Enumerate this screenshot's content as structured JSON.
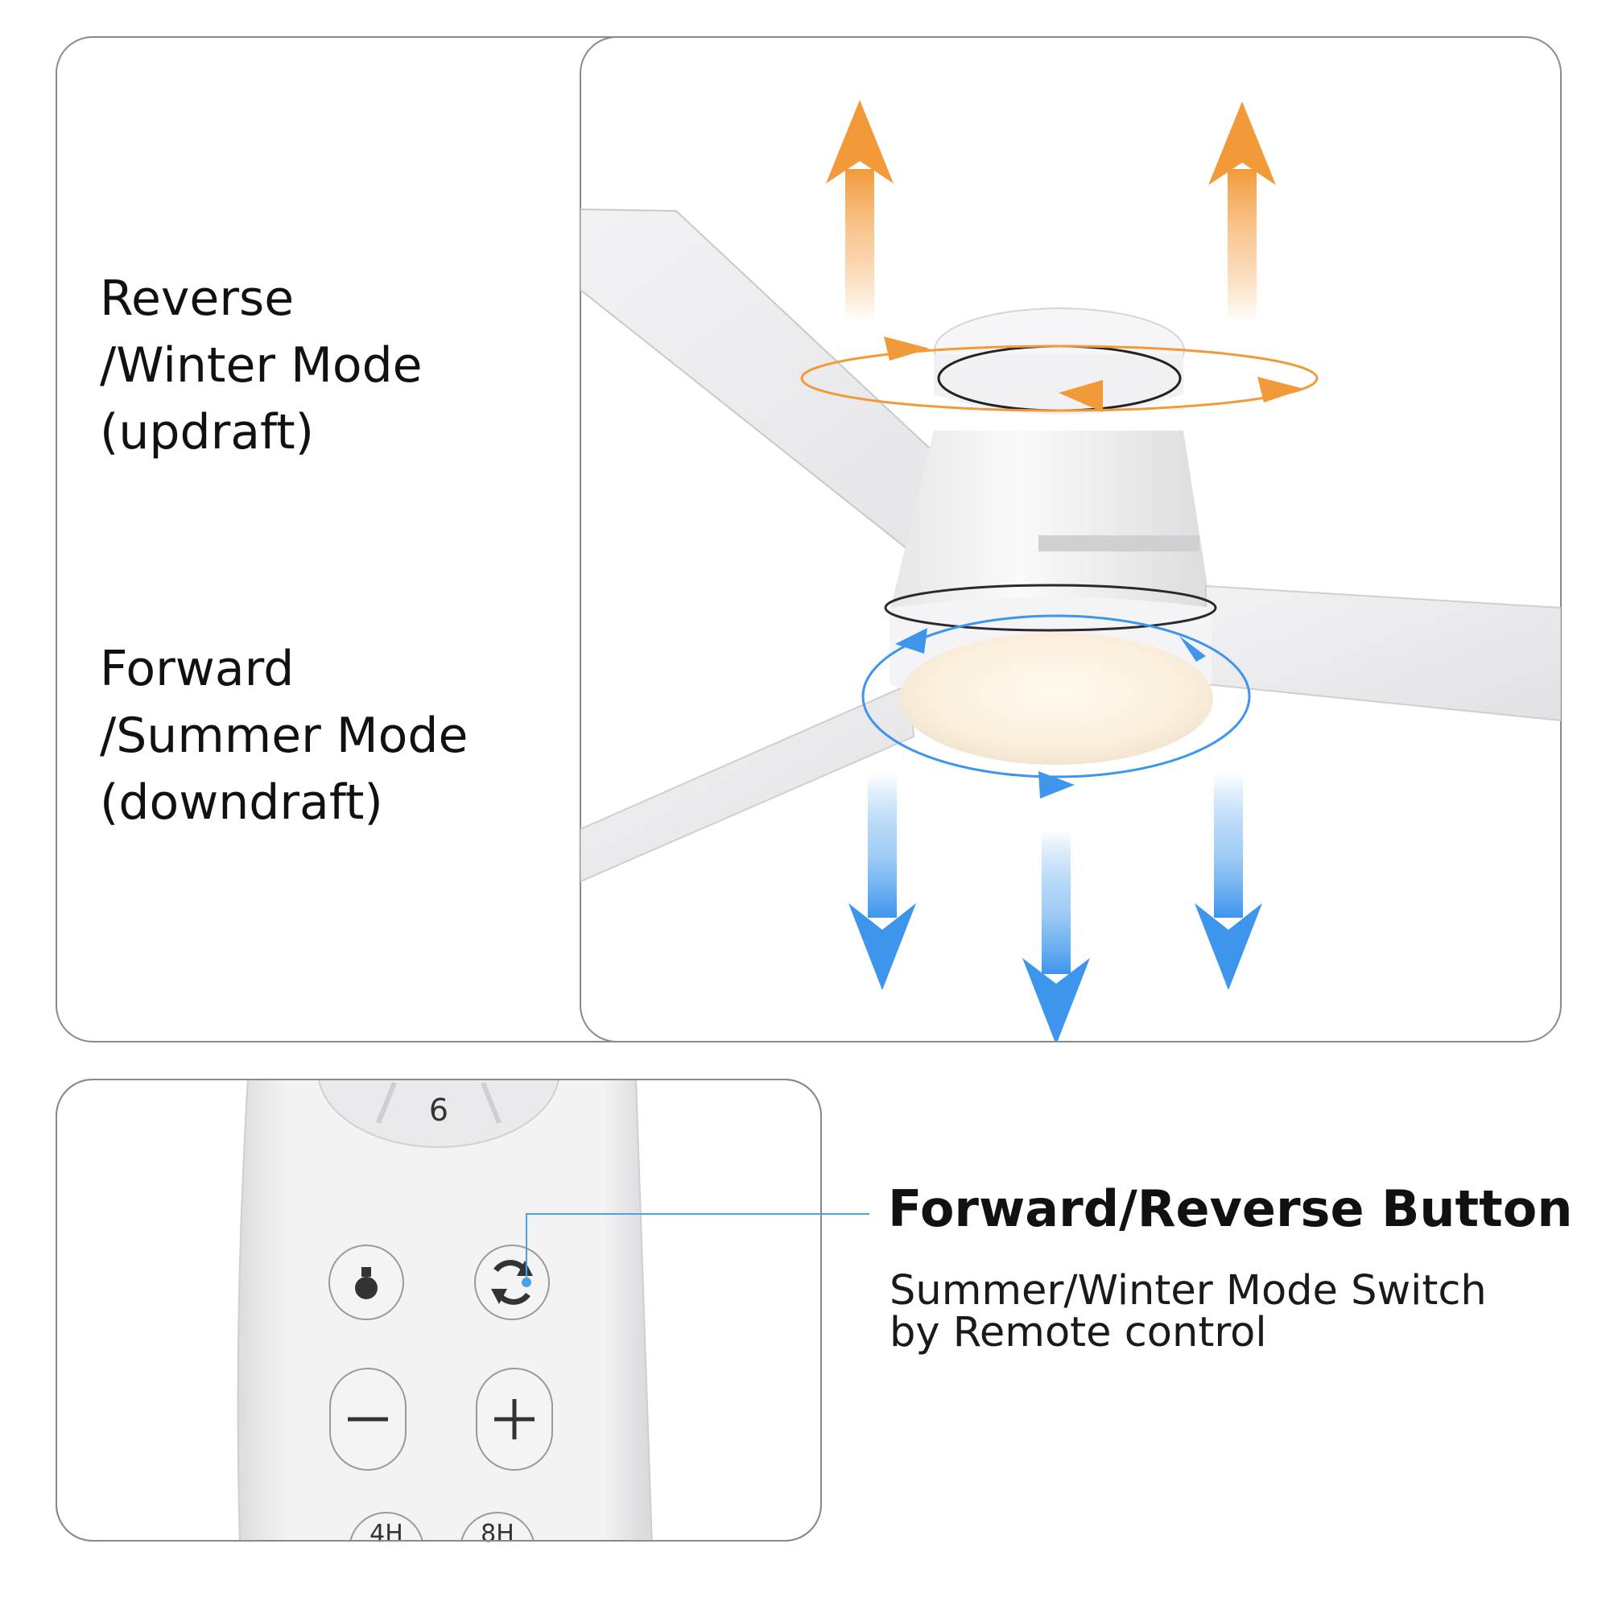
{
  "modes": {
    "reverse": {
      "line1": "Reverse",
      "line2": "/Winter Mode",
      "line3": "(updraft)"
    },
    "forward": {
      "line1": "Forward",
      "line2": "/Summer Mode",
      "line3": "(downdraft)"
    }
  },
  "remote": {
    "speed_button_label": "6",
    "partial_button_left": "4H",
    "partial_button_right": "8H"
  },
  "callout": {
    "title": "Forward/Reverse Button",
    "desc_line1": "Summer/Winter Mode Switch",
    "desc_line2": "by Remote control"
  },
  "colors": {
    "updraft": "#f29a3a",
    "downdraft": "#3d95ec",
    "callout_line": "#4aa3e8",
    "border": "#8a8a8a"
  }
}
